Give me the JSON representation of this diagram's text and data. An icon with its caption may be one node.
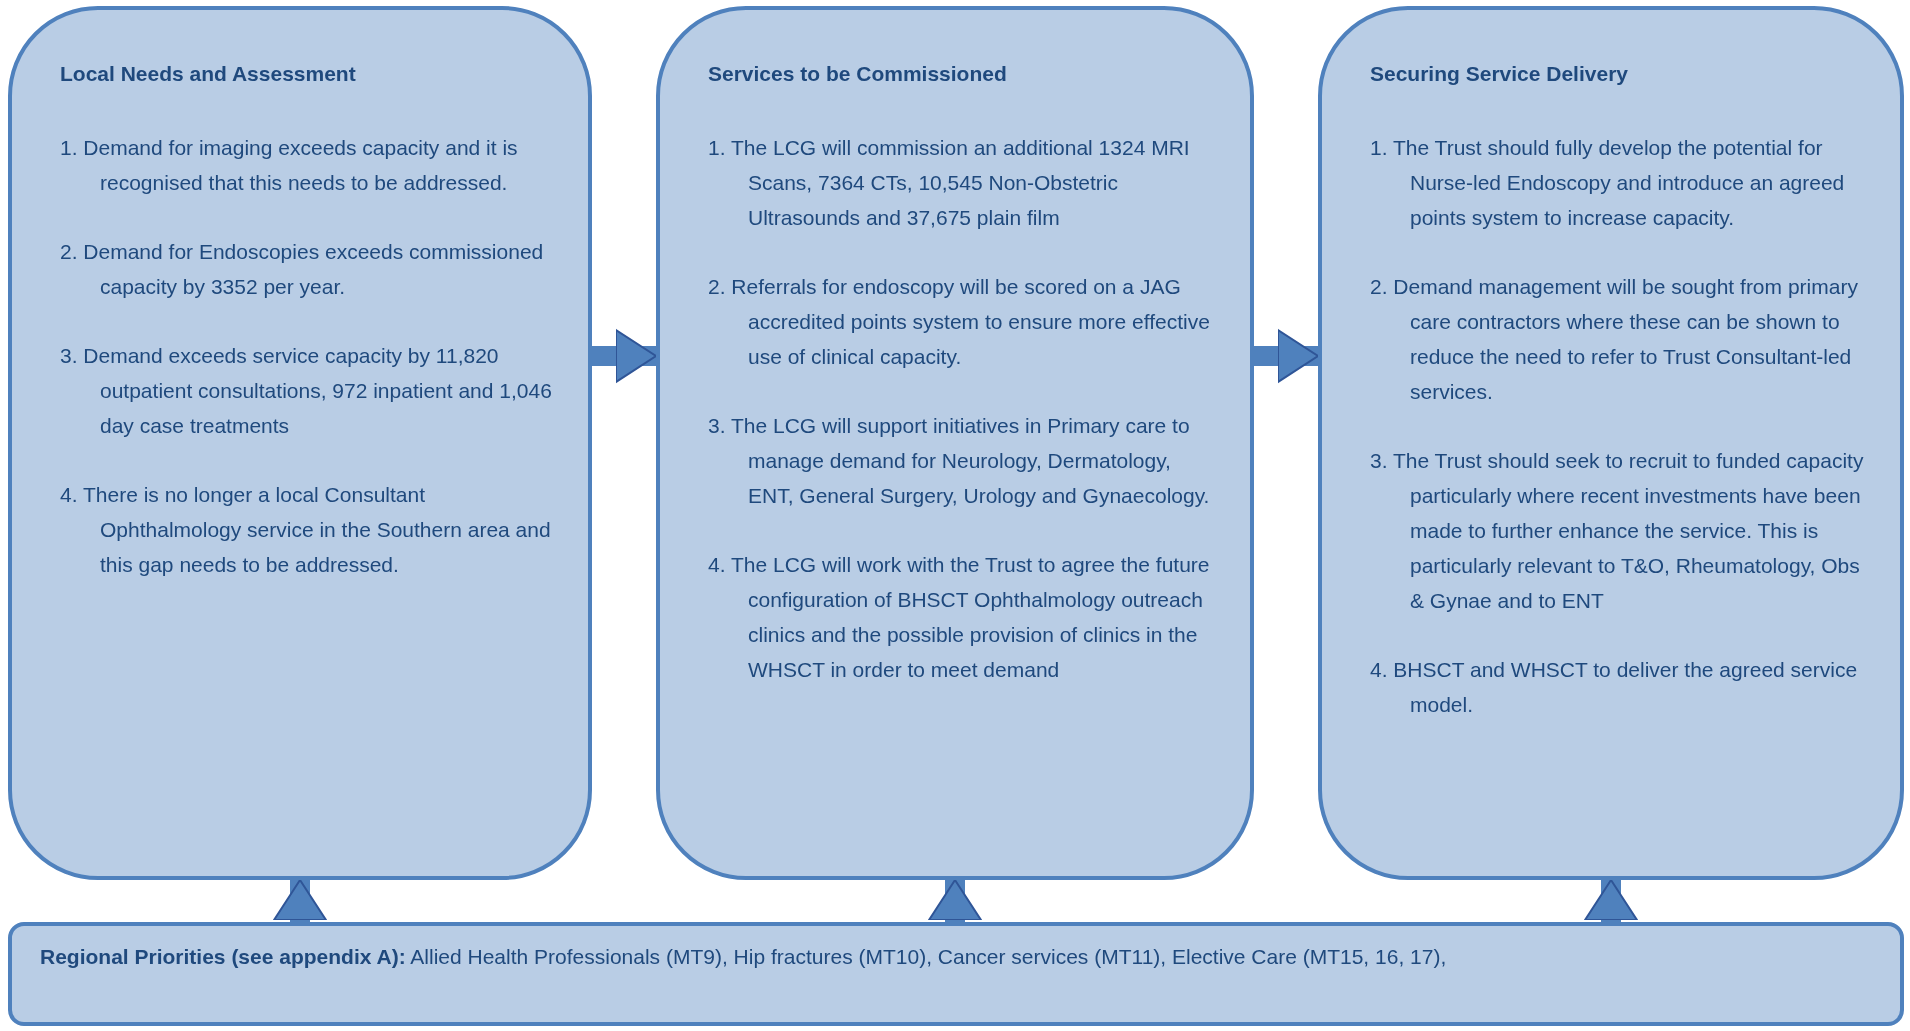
{
  "diagram": {
    "nodes": [
      {
        "text": [
          "Local Needs and Assessment",
          "1. Demand for imaging exceeds capacity and it is recognised that this needs to be addressed.",
          "2. Demand for Endoscopies exceeds commissioned capacity by 3352 per year.",
          "3. Demand exceeds service capacity by 11,820 outpatient consultations, 972 inpatient and 1,046 day case treatments",
          "4. There is no longer a local Consultant Ophthalmology service in the Southern area and this gap needs to be addressed."
        ]
      },
      {
        "text": [
          "Services to be Commissioned",
          "1. The LCG will commission an additional 1324 MRI Scans, 7364 CTs, 10,545 Non-Obstetric Ultrasounds and 37,675 plain film",
          "2. Referrals for endoscopy will be scored on a JAG accredited points system to ensure more effective use of clinical capacity.",
          "3. The LCG will support initiatives in Primary care to manage demand for Neurology, Dermatology, ENT, General Surgery, Urology and Gynaecology.",
          "4. The LCG will work with the Trust to agree the future configuration of BHSCT Ophthalmology outreach clinics and the possible provision of clinics in the WHSCT in order to meet demand"
        ]
      },
      {
        "text": [
          "Securing Service Delivery",
          "1. The Trust should fully develop the potential for Nurse-led Endoscopy and introduce an agreed points system to increase capacity.",
          "2. Demand management will be sought from primary care contractors where these can be shown to reduce the need to refer to Trust Consultant-led services.",
          "3. The Trust should seek to recruit to funded capacity particularly where recent investments have been made to further enhance the service. This is particularly relevant to T&O, Rheumatology, Obs & Gynae and to ENT",
          "4. BHSCT and WHSCT to deliver the agreed service model."
        ]
      },
      {
        "text": [
          "**Regional Priorities (see appendix A):** Allied Health Professionals (MT9), Hip fractures (MT10), Cancer services (MT11), Elective Care (MT15, 16, 17),"
        ]
      }
    ],
    "edges": [
      {
        "from": 0,
        "to": 1,
        "arrow": "to"
      },
      {
        "from": 1,
        "to": 2,
        "arrow": "to"
      },
      {
        "from": 3,
        "to": 0,
        "arrow": "to"
      },
      {
        "from": 3,
        "to": 1,
        "arrow": "to"
      },
      {
        "from": 3,
        "to": 2,
        "arrow": "to"
      }
    ]
  }
}
